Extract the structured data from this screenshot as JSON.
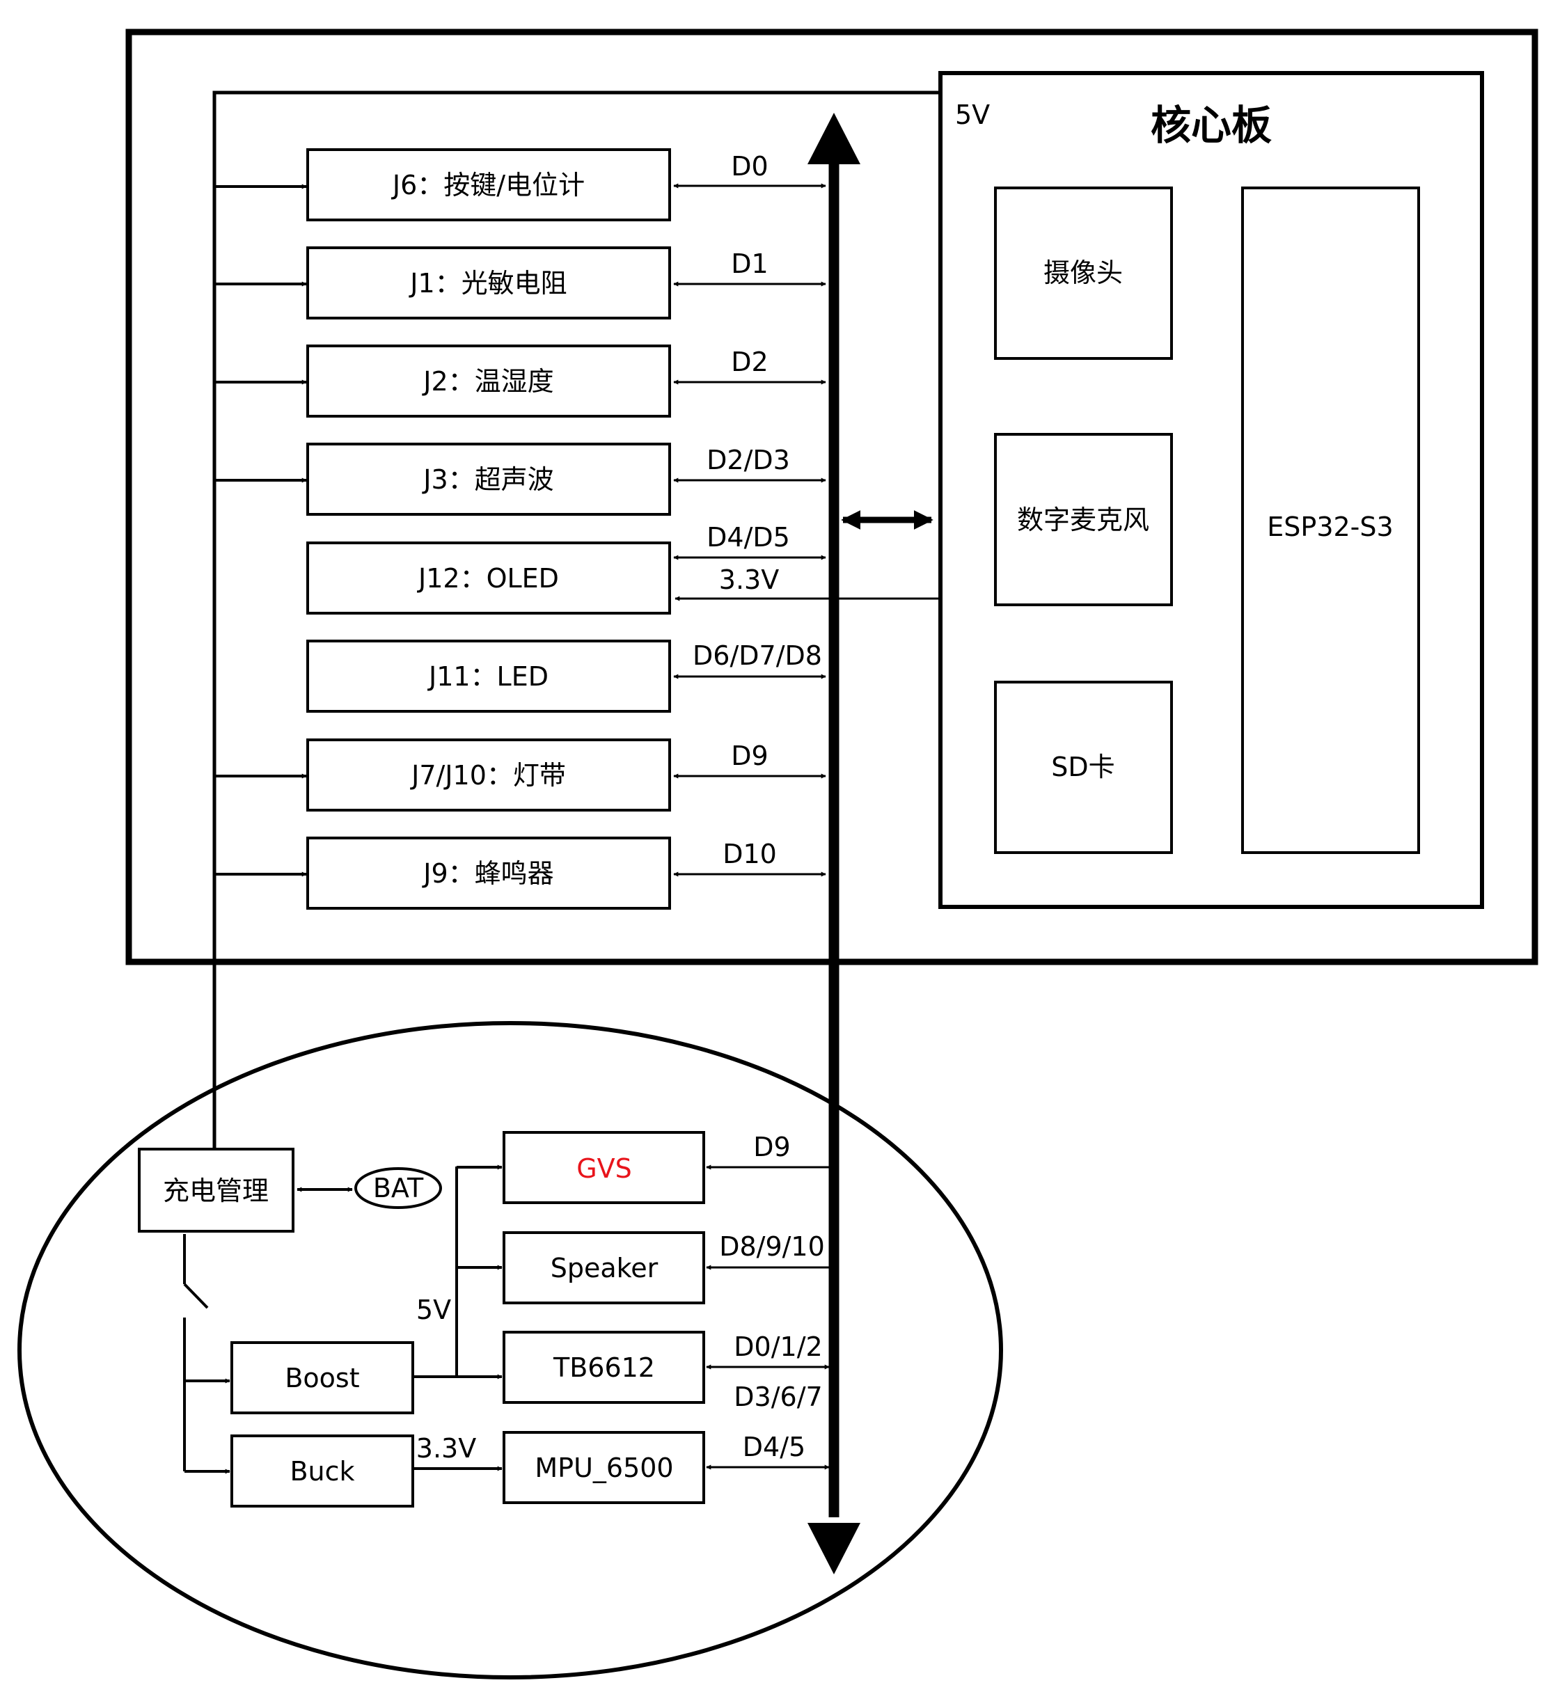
{
  "core_board": {
    "title": "核心板",
    "power_label": "5V",
    "camera": "摄像头",
    "microphone": "数字麦克风",
    "sd_card": "SD卡",
    "mcu": "ESP32-S3",
    "oled_power": "3.3V"
  },
  "modules": [
    {
      "label": "J6：按键/电位计",
      "signal": "D0"
    },
    {
      "label": "J1：光敏电阻",
      "signal": "D1"
    },
    {
      "label": "J2：温湿度",
      "signal": "D2"
    },
    {
      "label": "J3：超声波",
      "signal": "D2/D3"
    },
    {
      "label": "J12：OLED",
      "signal": "D4/D5"
    },
    {
      "label": "J11：LED",
      "signal": "D6/D7/D8"
    },
    {
      "label": "J7/J10：灯带",
      "signal": "D9"
    },
    {
      "label": "J9：蜂鸣器",
      "signal": "D10"
    }
  ],
  "base": {
    "charger": "充电管理",
    "battery": "BAT",
    "boost": "Boost",
    "buck": "Buck",
    "boost_out": "5V",
    "buck_out": "3.3V",
    "gvs": "GVS",
    "gvs_signal": "D9",
    "gvs_color": "#e8141b",
    "speaker": "Speaker",
    "speaker_signal": "D8/9/10",
    "motor": "TB6612",
    "motor_signal_1": "D0/1/2",
    "motor_signal_2": "D3/6/7",
    "imu": "MPU_6500",
    "imu_signal": "D4/5"
  }
}
